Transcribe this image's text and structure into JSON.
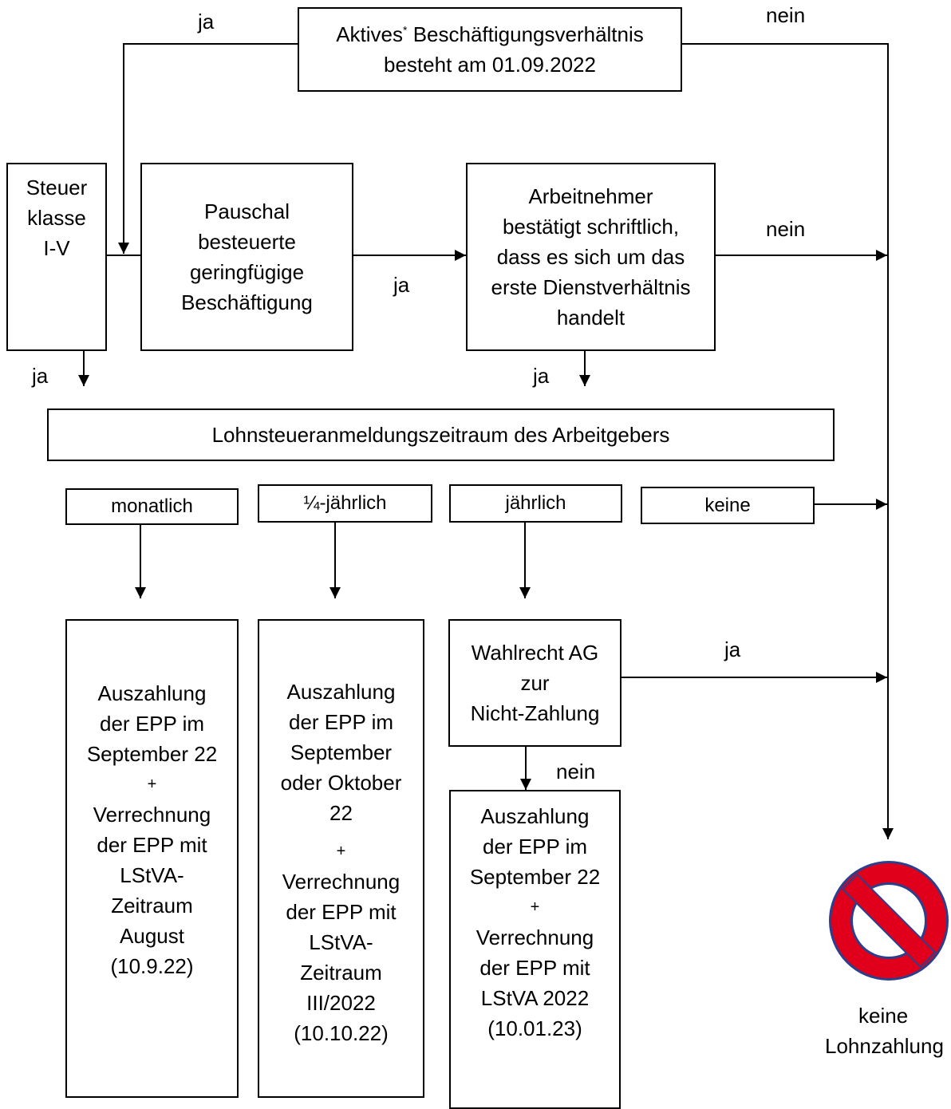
{
  "start_box": {
    "title_part1": "Aktives",
    "footnote_mark": "*",
    "title_part2": " Beschäftigungsverhältnis",
    "line2": "besteht am 01.09.2022"
  },
  "steuerklasse_box": {
    "lines": [
      "Steuer",
      "klasse",
      "I-V"
    ]
  },
  "pauschal_box": {
    "lines": [
      "Pauschal",
      "besteuerte",
      "geringfügige",
      "Beschäftigung"
    ]
  },
  "bestaetigung_box": {
    "lines": [
      "Arbeitnehmer",
      "bestätigt schriftlich,",
      "dass es sich um das",
      "erste Dienstverhältnis",
      "handelt"
    ]
  },
  "lohnsteuer_box": {
    "label": "Lohnsteueranmeldungszeitraum des Arbeitgebers"
  },
  "periods": {
    "monatlich": "monatlich",
    "vierteljaehrlich": "¼-jährlich",
    "jaehrlich": "jährlich",
    "keine": "keine"
  },
  "monatlich_result": {
    "lines": [
      "Auszahlung",
      "der EPP im",
      "September 22",
      "+",
      "Verrechnung",
      "der EPP mit",
      "LStVA-",
      "Zeitraum",
      "August",
      "(10.9.22)"
    ]
  },
  "quartal_result": {
    "lines": [
      "Auszahlung",
      "der EPP im",
      "September",
      "oder Oktober",
      "22",
      "+",
      "Verrechnung",
      "der EPP mit",
      "LStVA-",
      "Zeitraum",
      "III/2022",
      "(10.10.22)"
    ]
  },
  "wahlrecht_box": {
    "lines": [
      "Wahlrecht AG",
      "zur",
      "Nicht-Zahlung"
    ]
  },
  "jaehrlich_result": {
    "lines": [
      "Auszahlung",
      "der EPP im",
      "September 22",
      "+",
      "Verrechnung",
      "der EPP mit",
      "LStVA 2022",
      "(10.01.23)"
    ]
  },
  "edge_labels": {
    "ja_top": "ja",
    "nein_top": "nein",
    "ja_middle": "ja",
    "nein_middle": "nein",
    "ja_left": "ja",
    "ja_right": "ja",
    "ja_wahlrecht": "ja",
    "nein_wahlrecht": "nein"
  },
  "end_node": {
    "icon": "prohibition-icon",
    "line1": "keine",
    "line2": "Lohnzahlung"
  },
  "colors": {
    "stop_red": "#e0001b",
    "stop_outline": "#2b3f8c",
    "line": "#000000"
  }
}
